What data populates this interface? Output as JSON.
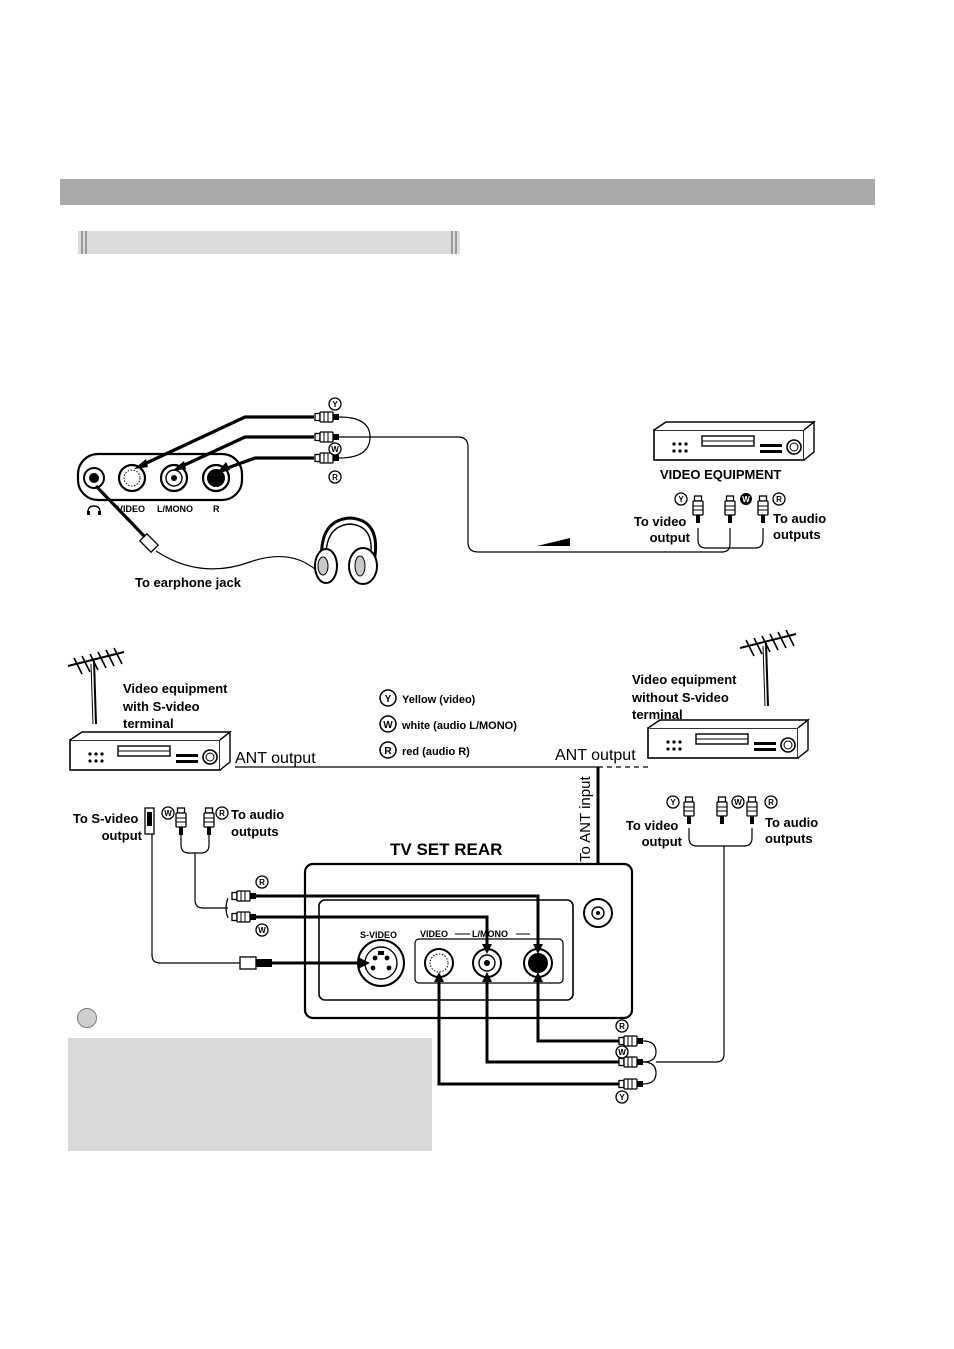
{
  "top_diagram": {
    "video_equipment_label": "VIDEO EQUIPMENT",
    "to_video_output": [
      "To video",
      "output"
    ],
    "to_audio_outputs": [
      "To audio",
      "outputs"
    ],
    "earphone_label": "To earphone jack",
    "front_jacks": {
      "video": "VIDEO",
      "lmono": "L/MONO",
      "r": "R"
    }
  },
  "bottom_diagram": {
    "left_equipment": [
      "Video equipment",
      "with S-video",
      "terminal"
    ],
    "right_equipment": [
      "Video equipment",
      "without S-video",
      "terminal"
    ],
    "ant_output_left": "ANT output",
    "ant_output_right": "ANT output",
    "ant_input": "To ANT input",
    "to_svideo_output": [
      "To S-video",
      "output"
    ],
    "to_audio_outputs_left": [
      "To audio",
      "outputs"
    ],
    "to_video_output_right": [
      "To video",
      "output"
    ],
    "to_audio_outputs_right": [
      "To audio",
      "outputs"
    ],
    "tv_set_rear": "TV SET REAR",
    "rear_jacks": {
      "svideo": "S-VIDEO",
      "video": "VIDEO",
      "lmono": "L/MONO"
    }
  },
  "legend": [
    {
      "letter": "Y",
      "text": "Yellow (video)"
    },
    {
      "letter": "W",
      "text": "white (audio L/MONO)"
    },
    {
      "letter": "R",
      "text": "red (audio R)"
    }
  ],
  "plug_letters": {
    "yellow": "Y",
    "white": "W",
    "red": "R"
  },
  "icons": [
    "headphone-icon",
    "antenna-icon",
    "vcr-icon",
    "rca-plug-icon",
    "svideo-plug-icon"
  ]
}
